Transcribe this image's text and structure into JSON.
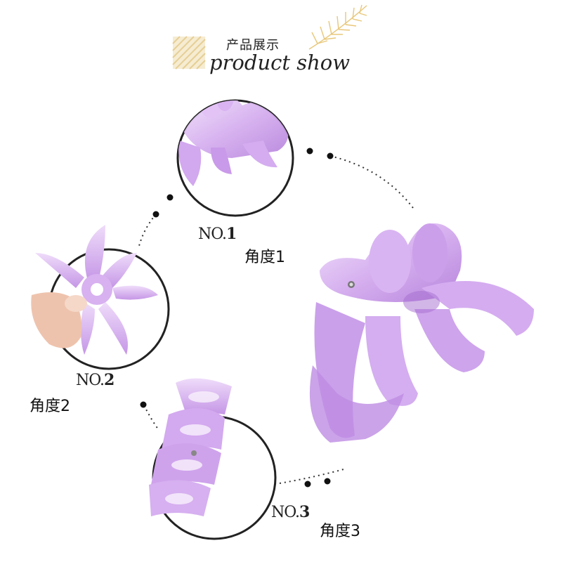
{
  "header": {
    "title_cn": "产品展示",
    "title_en": "product show"
  },
  "views": [
    {
      "no_prefix": "NO.",
      "no_num": "1",
      "angle": "角度1"
    },
    {
      "no_prefix": "NO.",
      "no_num": "2",
      "angle": "角度2"
    },
    {
      "no_prefix": "NO.",
      "no_num": "3",
      "angle": "角度3"
    }
  ],
  "colors": {
    "lilac_light": "#e6cdf5",
    "lilac": "#cfa6ec",
    "lilac_deep": "#b883dc",
    "ring": "#222222",
    "gold": "#e8c77a"
  }
}
